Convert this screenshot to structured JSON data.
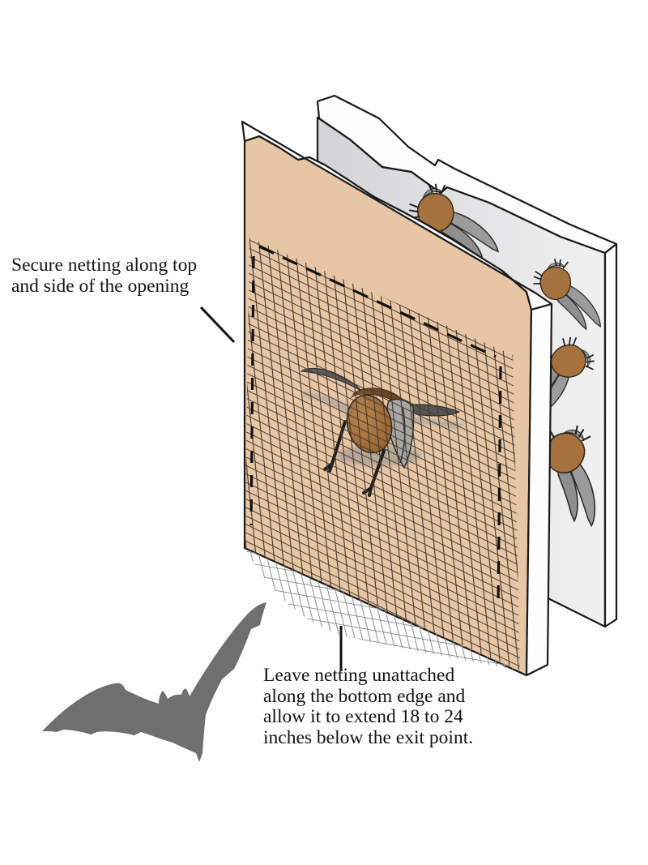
{
  "figure": {
    "alt": "Diagram showing bat exclusion netting installed over a wall opening with bats exiting"
  },
  "labels": {
    "secure_netting": {
      "line1": "Secure netting along top",
      "line2": "and side of the opening"
    },
    "leave_netting": {
      "line1": "Leave netting unattached",
      "line2": "along the bottom edge and",
      "line3": "allow it to extend 18 to 24",
      "line4": "inches below the exit point."
    }
  },
  "colors": {
    "background": "#ffffff",
    "front_wall": "#e6c6a4",
    "wall_edge_white": "#fdfdfd",
    "outline": "#1a1a1a",
    "netting_line": "#46382b",
    "loose_netting_line": "#8e8e8e",
    "attachment_dash": "#121212",
    "bat_body": "#a5713d",
    "bat_body_dark": "#7b5130",
    "bat_wing": "#9b9b9b",
    "bat_wing_dark": "#565656",
    "bat_hole": "#6e4526",
    "bat_silhouette": "#6f6f6f",
    "text": "#141414"
  }
}
